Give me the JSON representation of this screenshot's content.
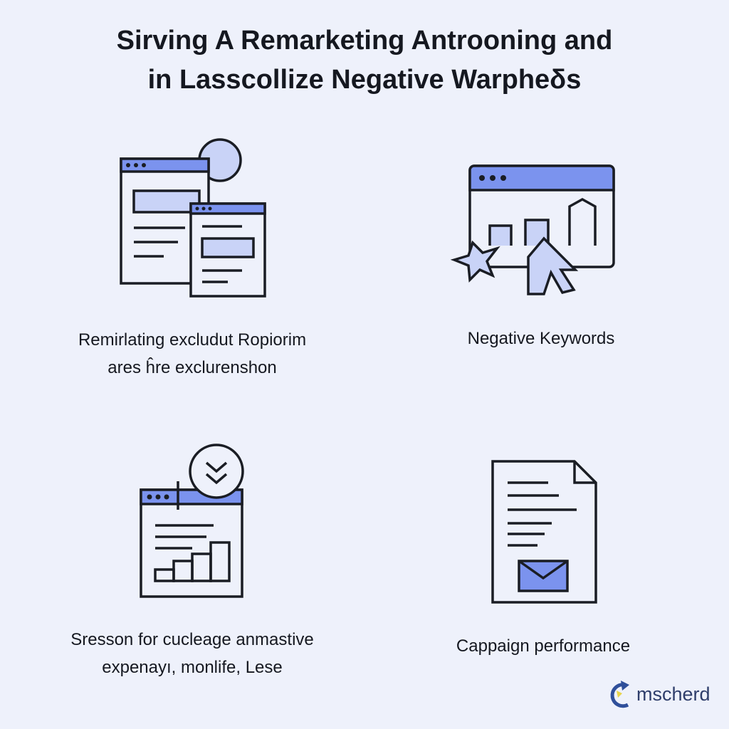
{
  "title": {
    "line1": "Sirving A Remarketing Antrooning and",
    "line2": "in Lasscollize Negative Warpheδs"
  },
  "cards": [
    {
      "icon": "browser-windows-icon",
      "caption_line1": "Remirlating excludut Ropiorim",
      "caption_line2": "ares ĥre exclurenshon"
    },
    {
      "icon": "chart-cursor-icon",
      "caption_line1": "Negative  Keywords",
      "caption_line2": ""
    },
    {
      "icon": "bar-chart-window-icon",
      "caption_line1": "Sresson for cucleage anmastive",
      "caption_line2": "expenayı, monlife, Lese"
    },
    {
      "icon": "document-mail-icon",
      "caption_line1": "Cappaign performance",
      "caption_line2": ""
    }
  ],
  "logo": {
    "text": "mscherd"
  },
  "colors": {
    "background": "#eef1fb",
    "accent": "#7b93ee",
    "accent_light": "#c9d3f7",
    "stroke": "#1a1d24"
  }
}
